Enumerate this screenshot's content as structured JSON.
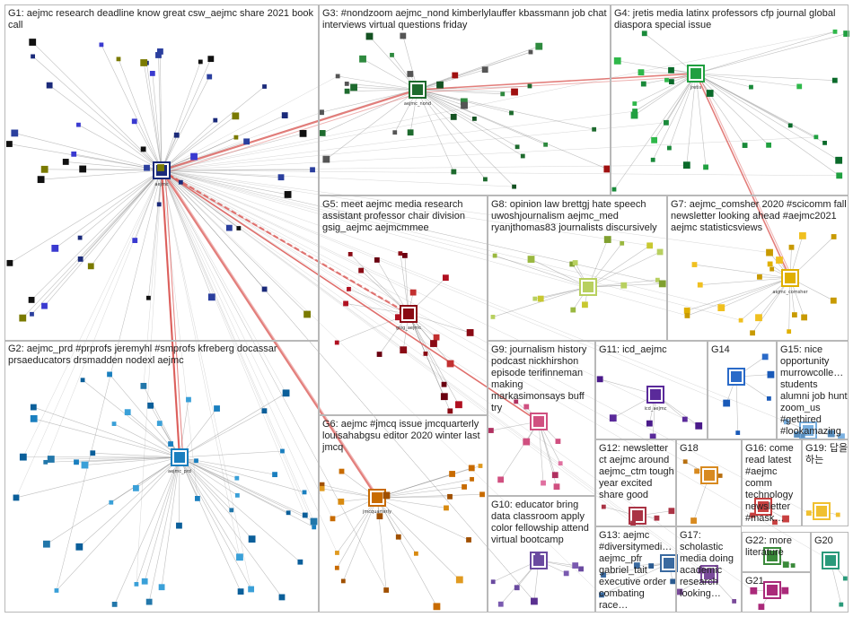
{
  "graph": {
    "groups": [
      {
        "id": "G1",
        "label": "G1: aejmc research deadline know great csw_aejmc share 2021 book call"
      },
      {
        "id": "G2",
        "label": "G2: aejmc_prd #prprofs jeremyhl #smprofs kfreberg docassar prsaeducators drsmadden nodexl aejmc"
      },
      {
        "id": "G3",
        "label": "G3: #nondzoom aejmc_nond kimberlylauffer kbassmann job chat interviews virtual questions friday"
      },
      {
        "id": "G4",
        "label": "G4: jretis media latinx professors cfp journal global diaspora special issue"
      },
      {
        "id": "G5",
        "label": "G5: meet aejmc media research assistant professor chair division gsig_aejmc aejmcmmee"
      },
      {
        "id": "G6",
        "label": "G6: aejmc #jmcq issue jmcquarterly louisahabgsu editor 2020 winter last jmcq"
      },
      {
        "id": "G7",
        "label": "G7: aejmc_comsher 2020 #scicomm fall newsletter looking ahead #aejmc2021 aejmc statisticsviews"
      },
      {
        "id": "G8",
        "label": "G8: opinion law brettgj hate speech uwoshjournalism aejmc_med ryanjthomas83 journalists discursively"
      },
      {
        "id": "G9",
        "label": "G9: journalism history podcast nickhirshon episode terifinneman making markasimonsays buff try"
      },
      {
        "id": "G10",
        "label": "G10: educator bring data classroom apply color fellowship attend virtual bootcamp"
      },
      {
        "id": "G11",
        "label": "G11: icd_aejmc"
      },
      {
        "id": "G12",
        "label": "G12: newsletter ct aejmc around aejmc_ctm tough year excited share good"
      },
      {
        "id": "G13",
        "label": "G13: aejmc #diversitymedi… aejmc_pfr gabriel_tait executive order combating race…"
      },
      {
        "id": "G14",
        "label": "G14"
      },
      {
        "id": "G15",
        "label": "G15: nice opportunity murrowcolle… students alumni job hunt zoom_us #gethired #lookamazing"
      },
      {
        "id": "G16",
        "label": "G16: come read latest #aejmc comm technology newsletter #mask…"
      },
      {
        "id": "G17",
        "label": "G17: scholastic media doing academic research looking…"
      },
      {
        "id": "G18",
        "label": "G18"
      },
      {
        "id": "G19",
        "label": "G19: 답을 하는"
      },
      {
        "id": "G20",
        "label": "G20"
      },
      {
        "id": "G21",
        "label": "G21"
      },
      {
        "id": "G22",
        "label": "G22: more literature"
      }
    ],
    "hubs": [
      {
        "group": "G1",
        "label": "aejmc"
      },
      {
        "group": "G2",
        "label": "aejmc_prd"
      },
      {
        "group": "G3",
        "label": "aejmc_nond"
      },
      {
        "group": "G4",
        "label": "jretis"
      },
      {
        "group": "G5",
        "label": "gsig_aejmc"
      },
      {
        "group": "G6",
        "label": "jmcquarterly"
      },
      {
        "group": "G7",
        "label": "aejmc_comsher"
      },
      {
        "group": "G11",
        "label": "icd_aejmc"
      }
    ],
    "colors": {
      "edge": "#8a8a8a",
      "edge_strong": "#d9534f",
      "border": "#b8b8b8"
    }
  }
}
